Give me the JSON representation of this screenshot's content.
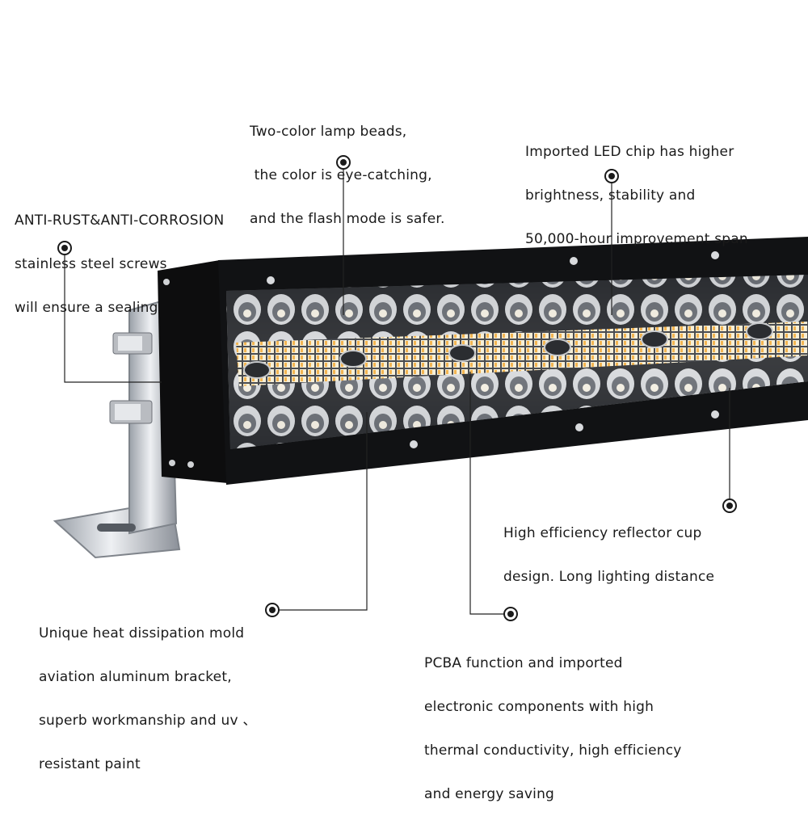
{
  "callouts": [
    {
      "id": "stainless-screws",
      "lines": [
        "ANTI-RUST&ANTI-CORROSION",
        "stainless steel screws",
        "will ensure a sealing"
      ]
    },
    {
      "id": "two-color-beads",
      "lines": [
        "Two-color lamp beads,",
        " the color is eye-catching,",
        "and the flash mode is safer."
      ]
    },
    {
      "id": "led-chip",
      "lines": [
        "Imported LED chip has higher",
        "brightness, stability and",
        "50,000-hour improvement span"
      ]
    },
    {
      "id": "reflector-cup",
      "lines": [
        "High efficiency reflector cup",
        "design. Long lighting distance"
      ]
    },
    {
      "id": "heat-dissipation",
      "lines": [
        "Unique heat dissipation mold",
        "aviation aluminum bracket,",
        "superb workmanship and uv 、",
        "resistant paint"
      ]
    },
    {
      "id": "pcba",
      "lines": [
        "PCBA function and imported",
        "electronic components with high",
        "thermal conductivity, high efficiency",
        "and energy saving"
      ]
    }
  ],
  "colors": {
    "text": "#1a1a1a",
    "line": "#222222",
    "housing": "#111111",
    "bracket": "#c8cbd0"
  },
  "icons": {
    "marker": "target-dot-icon"
  }
}
